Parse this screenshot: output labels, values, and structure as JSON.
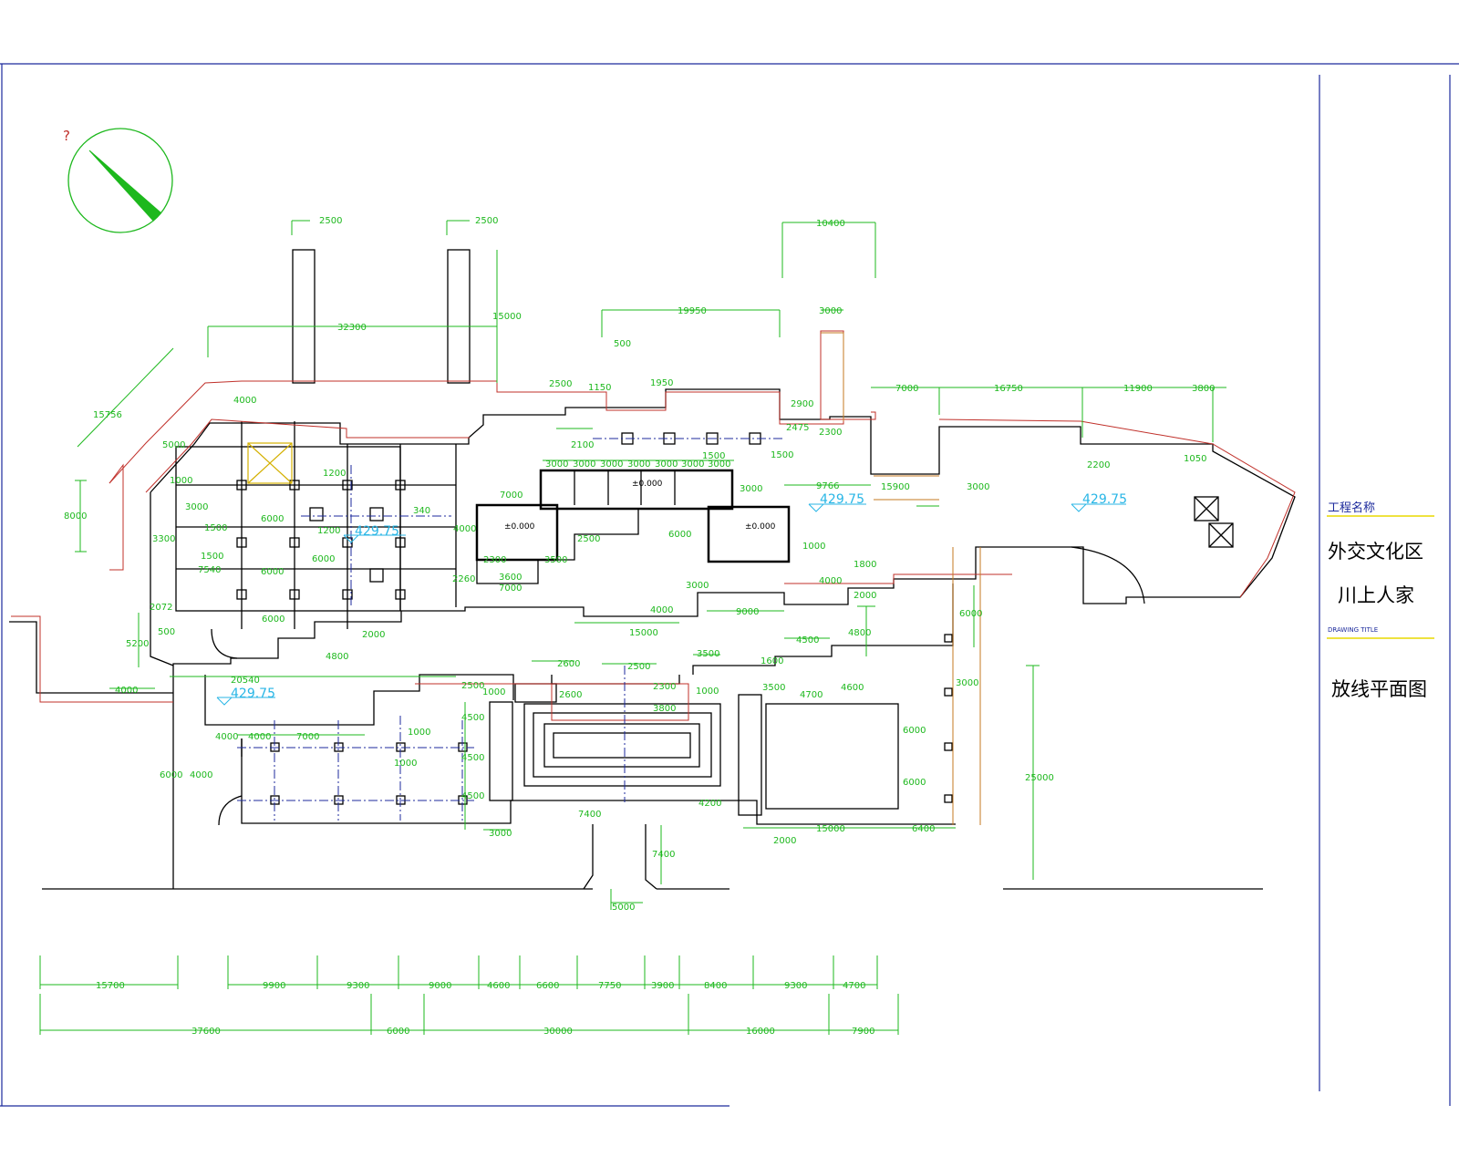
{
  "title_block": {
    "project_label": "工程名称",
    "project_line1": "外交文化区",
    "project_line2": "川上人家",
    "drawing_label": "DRAWING TITLE",
    "drawing_title": "放线平面图"
  },
  "north_mark": "?",
  "levels": [
    "429.75",
    "429.75",
    "429.75",
    "429.75"
  ],
  "floor_marks": [
    "±0.000",
    "±0.000",
    "±0.000"
  ],
  "dims_top": [
    "2500",
    "2500",
    "15000",
    "32300",
    "15756",
    "10400",
    "19950",
    "3000",
    "500",
    "2500",
    "1150",
    "1950",
    "2900",
    "2475",
    "2300",
    "2100",
    "1500",
    "1500",
    "7000",
    "16750",
    "11900",
    "3800",
    "2200",
    "1050",
    "4000",
    "5000"
  ],
  "dims_left": [
    "1000",
    "3000",
    "8000",
    "3300",
    "1500",
    "1500",
    "7540",
    "2072",
    "500",
    "5200",
    "4000",
    "20540",
    "4800",
    "2000",
    "1200",
    "1200",
    "6000",
    "6000",
    "6000",
    "6000",
    "340"
  ],
  "dims_center": [
    "3000",
    "3000",
    "3000",
    "3000",
    "3000",
    "3000",
    "3000",
    "7000",
    "4000",
    "2300",
    "3600",
    "3500",
    "7000",
    "2260",
    "2500",
    "6000",
    "3000",
    "9766",
    "15900",
    "3000",
    "1000",
    "1800",
    "4000",
    "2000",
    "3000",
    "4000",
    "9000",
    "15000"
  ],
  "dims_lower": [
    "2600",
    "2500",
    "2600",
    "2300",
    "3800",
    "3500",
    "1600",
    "4500",
    "4800",
    "1000",
    "3500",
    "4700",
    "4600",
    "6000",
    "6000",
    "6000",
    "3000",
    "2500",
    "1000",
    "4500",
    "4500",
    "4500",
    "1000",
    "1000",
    "4000",
    "4000",
    "7000",
    "6000",
    "4000",
    "3000",
    "7400",
    "4200",
    "15000",
    "6400",
    "2000",
    "7400",
    "5000",
    "25000"
  ],
  "dims_row1": [
    "15700",
    "9900",
    "9300",
    "9000",
    "4600",
    "6600",
    "7750",
    "3900",
    "8400",
    "9300",
    "4700"
  ],
  "dims_row2": [
    "37600",
    "6000",
    "30000",
    "16000",
    "7900"
  ]
}
